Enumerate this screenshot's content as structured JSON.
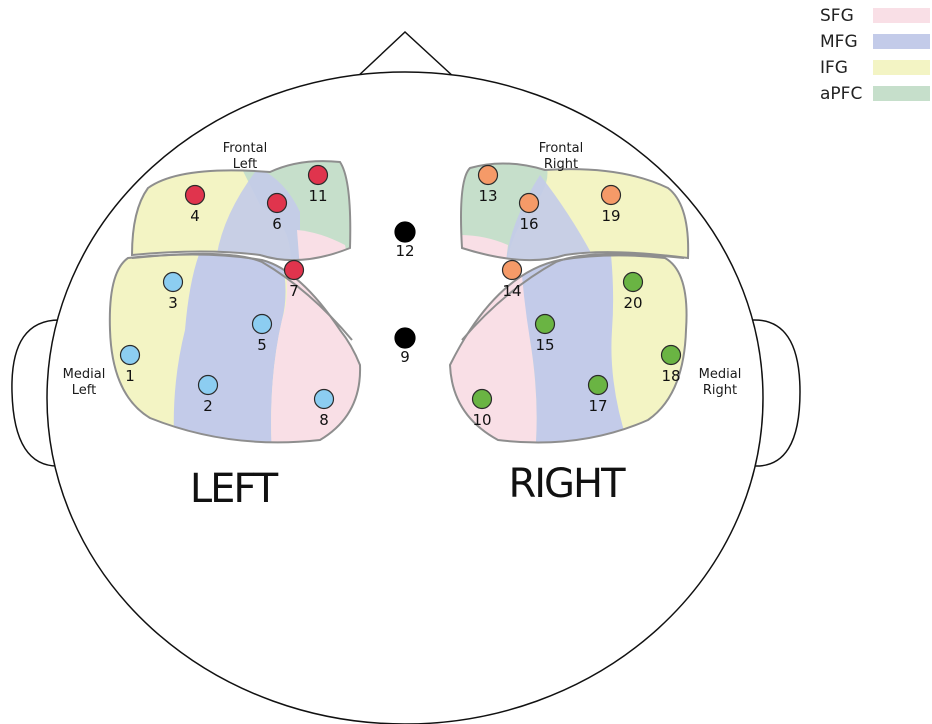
{
  "legend": [
    {
      "label": "SFG",
      "color": "#f9dfe6"
    },
    {
      "label": "MFG",
      "color": "#c3cbe9"
    },
    {
      "label": "IFG",
      "color": "#f3f4c4"
    },
    {
      "label": "aPFC",
      "color": "#c6dfcb"
    }
  ],
  "hemispheres": {
    "left": "LEFT",
    "right": "RIGHT"
  },
  "region_labels": {
    "frontal_left": [
      "Frontal",
      "Left"
    ],
    "frontal_right": [
      "Frontal",
      "Right"
    ],
    "medial_left": [
      "Medial",
      "Left"
    ],
    "medial_right": [
      "Medial",
      "Right"
    ]
  },
  "channel_colors": {
    "red": "#e0344d",
    "blue": "#8ccdf1",
    "orange": "#f59a68",
    "green": "#6ab443",
    "black": "#000000"
  },
  "channels": [
    {
      "id": "1",
      "group": "blue"
    },
    {
      "id": "2",
      "group": "blue"
    },
    {
      "id": "3",
      "group": "blue"
    },
    {
      "id": "4",
      "group": "red"
    },
    {
      "id": "5",
      "group": "blue"
    },
    {
      "id": "6",
      "group": "red"
    },
    {
      "id": "7",
      "group": "red"
    },
    {
      "id": "8",
      "group": "blue"
    },
    {
      "id": "9",
      "group": "black"
    },
    {
      "id": "10",
      "group": "green"
    },
    {
      "id": "11",
      "group": "red"
    },
    {
      "id": "12",
      "group": "black"
    },
    {
      "id": "13",
      "group": "orange"
    },
    {
      "id": "14",
      "group": "orange"
    },
    {
      "id": "15",
      "group": "green"
    },
    {
      "id": "16",
      "group": "orange"
    },
    {
      "id": "17",
      "group": "green"
    },
    {
      "id": "18",
      "group": "green"
    },
    {
      "id": "19",
      "group": "orange"
    },
    {
      "id": "20",
      "group": "green"
    }
  ]
}
